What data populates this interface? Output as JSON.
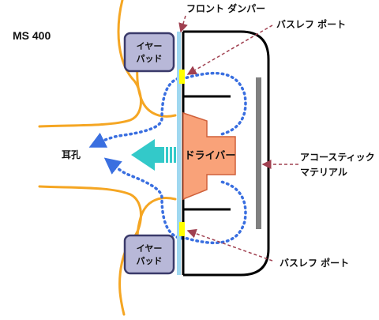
{
  "title": "MS 400",
  "labels": {
    "front_damper": "フロント ダンパー",
    "bass_reflex_top": "バスレフ ポート",
    "bass_reflex_bottom": "バスレフ ポート",
    "acoustic_material_line1": "アコースティック",
    "acoustic_material_line2": "マテリアル",
    "ear_canal": "耳孔",
    "driver": "ドライバー",
    "ear_pad_top_line1": "イヤー",
    "ear_pad_top_line2": "パッド",
    "ear_pad_bottom_line1": "イヤー",
    "ear_pad_bottom_line2": "パッド"
  },
  "colors": {
    "ear_outline": "#f5a623",
    "ear_pad_fill": "#b8b8d8",
    "ear_pad_stroke": "#3a3a6a",
    "driver_fill": "#f9a279",
    "driver_stroke": "#d0603a",
    "flow_dots": "#3a6fe0",
    "sound_arrow": "#33c9c9",
    "port": "#ffff00",
    "damper": "#9fd8f0",
    "material": "#808080",
    "leader_line": "#a04050"
  }
}
